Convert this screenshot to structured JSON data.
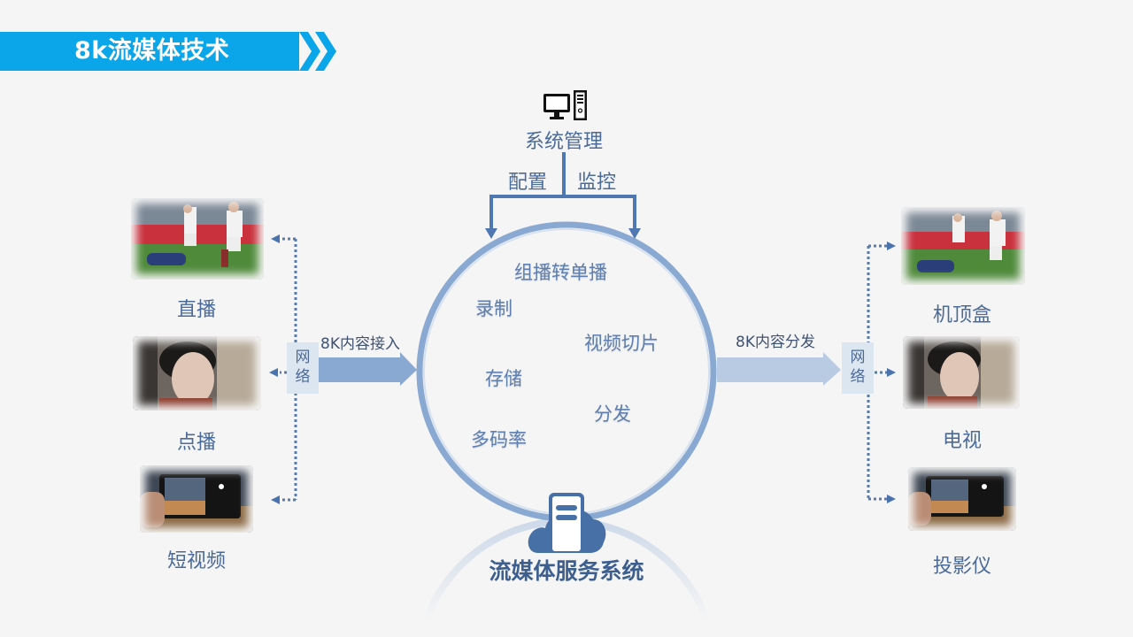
{
  "header": {
    "title": "8k流媒体技术",
    "accent_color": "#0ba5e9"
  },
  "system_management": {
    "icon": "desktop-computer-icon",
    "label": "系统管理",
    "branches": [
      "配置",
      "监控"
    ]
  },
  "ingest": {
    "arrow_label": "8K内容接入",
    "network_label_line1": "网",
    "network_label_line2": "络",
    "sources": [
      {
        "label": "直播",
        "image": "soccer-match-thumbnail"
      },
      {
        "label": "点播",
        "image": "drama-actor-thumbnail"
      },
      {
        "label": "短视频",
        "image": "phone-video-thumbnail"
      }
    ]
  },
  "core": {
    "functions": [
      "组播转单播",
      "录制",
      "视频切片",
      "存储",
      "分发",
      "多码率"
    ],
    "server_icon": "cloud-server-icon",
    "title": "流媒体服务系统",
    "ring_color": "#8aa9d2"
  },
  "distribution": {
    "arrow_label": "8K内容分发",
    "network_label_line1": "网",
    "network_label_line2": "络",
    "targets": [
      {
        "label": "机顶盒",
        "image": "soccer-match-thumbnail"
      },
      {
        "label": "电视",
        "image": "drama-actor-thumbnail"
      },
      {
        "label": "投影仪",
        "image": "phone-video-thumbnail"
      }
    ]
  }
}
